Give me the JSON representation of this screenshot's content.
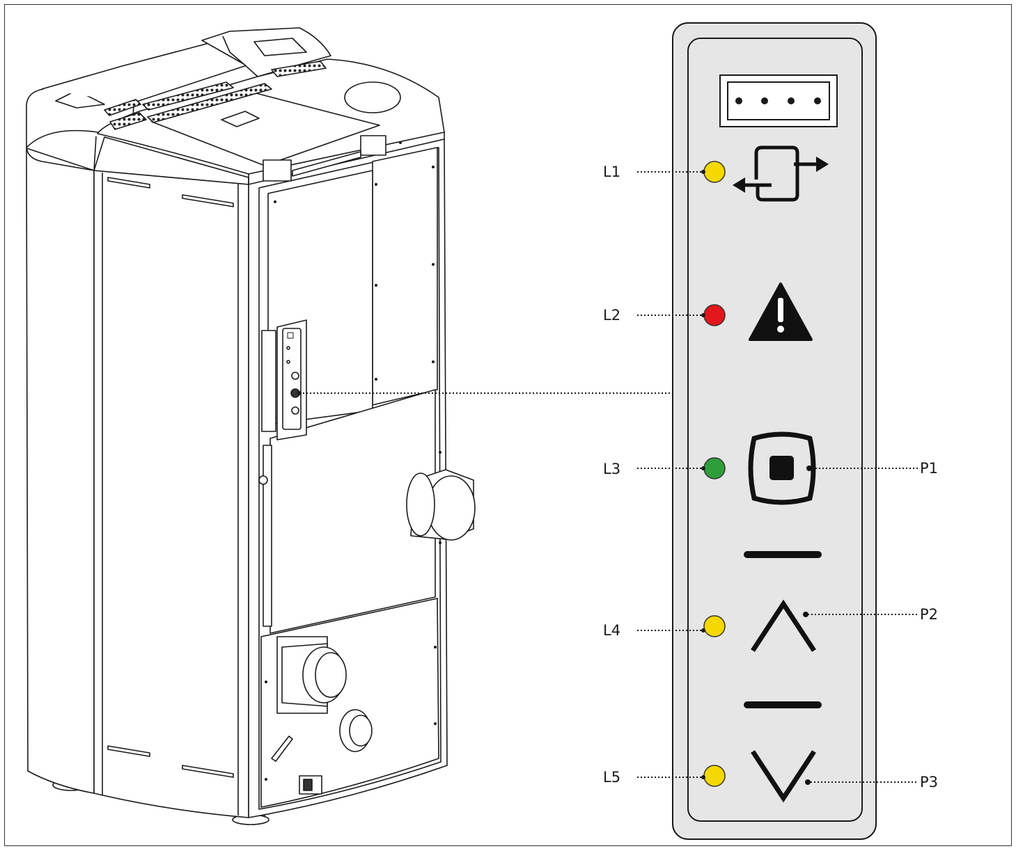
{
  "labels": {
    "leds": [
      {
        "id": "L1",
        "text": "L1",
        "color": "#f5d800"
      },
      {
        "id": "L2",
        "text": "L2",
        "color": "#e3161b"
      },
      {
        "id": "L3",
        "text": "L3",
        "color": "#2e9e3a"
      },
      {
        "id": "L4",
        "text": "L4",
        "color": "#f5d800"
      },
      {
        "id": "L5",
        "text": "L5",
        "color": "#f5d800"
      }
    ],
    "buttons": [
      {
        "id": "P1",
        "text": "P1"
      },
      {
        "id": "P2",
        "text": "P2"
      },
      {
        "id": "P3",
        "text": "P3"
      }
    ]
  },
  "icons": [
    "usb-connector-icon",
    "connection-arrows-icon",
    "warning-triangle-icon",
    "power-button-icon",
    "up-chevron-icon",
    "down-chevron-icon"
  ],
  "colors": {
    "panel_fill": "#e6e6e6",
    "line": "#1a1a1a"
  }
}
